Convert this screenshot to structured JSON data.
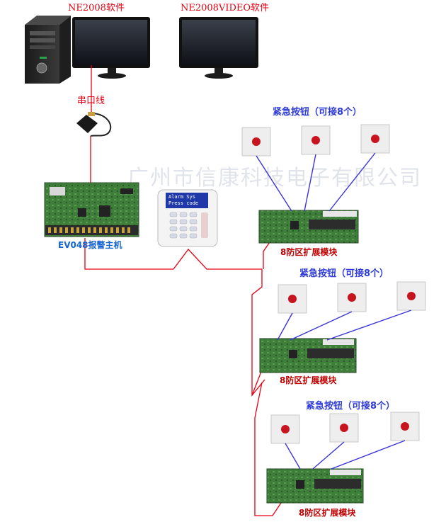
{
  "labels": {
    "software1": "NE2008软件",
    "software2": "NE2008VIDEO软件",
    "serial_cable": "串口线",
    "main_panel": "EV048报警主机",
    "button_group_title": "紧急按钮（可接8个）",
    "expansion_module": "8防区扩展模块",
    "keypad_line1": "Alarm Sys",
    "keypad_line2": "Press code"
  },
  "watermark": "广州市信康科技电子有限公司",
  "colors": {
    "wire_red": "#e60012",
    "wire_blue": "#3a35d8",
    "board_green": "#3e7a3a",
    "title_blue": "#2e3bd6",
    "label_red": "#c00000"
  },
  "button_groups": [
    {
      "title": "紧急按钮（可接8个）",
      "buttons": 3
    },
    {
      "title": "紧急按钮（可接8个）",
      "buttons": 3
    },
    {
      "title": "紧急按钮（可接8个）",
      "buttons": 3
    }
  ],
  "expansion_modules": [
    {
      "label": "8防区扩展模块"
    },
    {
      "label": "8防区扩展模块"
    },
    {
      "label": "8防区扩展模块"
    }
  ]
}
